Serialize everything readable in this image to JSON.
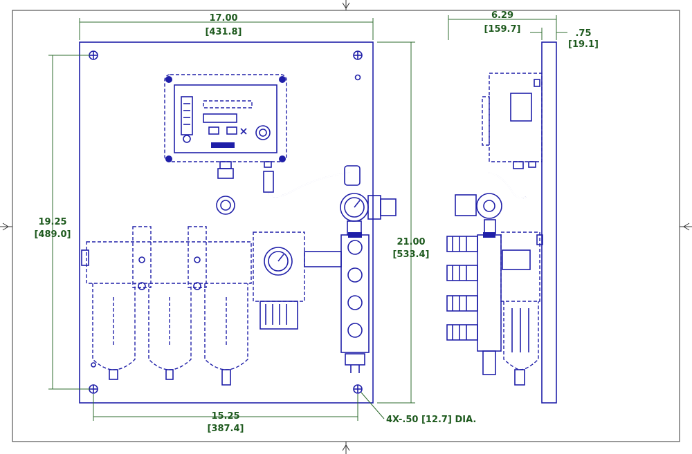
{
  "dimensions": {
    "width_top": {
      "value": "17.00",
      "metric": "[431.8]"
    },
    "height_left": {
      "value": "19.25",
      "metric": "[489.0]"
    },
    "height_right": {
      "value": "21.00",
      "metric": "[533.4]"
    },
    "width_bottom": {
      "value": "15.25",
      "metric": "[387.4]"
    },
    "hole_note": "4X-.50 [12.7] DIA.",
    "side_depth": {
      "value": "6.29",
      "metric": "[159.7]"
    },
    "plate_thickness": {
      "value": ".75",
      "metric": "[19.1]"
    }
  },
  "colors": {
    "part_lines": "#1f1fa8",
    "dimension_text": "#1e5a1e",
    "border": "#333333"
  },
  "icons": [
    "centering-mark-top",
    "centering-mark-bottom",
    "centering-mark-left",
    "centering-mark-right"
  ]
}
